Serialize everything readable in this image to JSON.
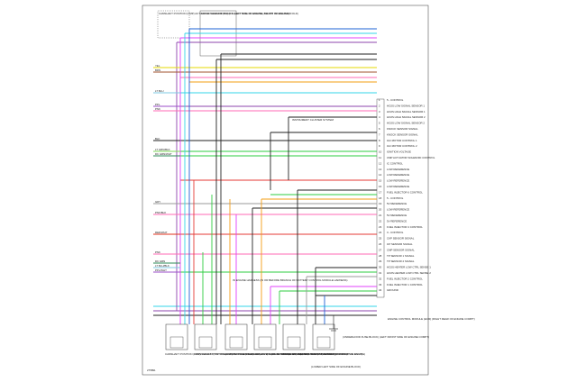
{
  "title_code": "275891",
  "top_notes": {
    "camshaft_actuator": "CAMSHAFT POSITION (CMP) ACTUATOR SOLENOID BANK 1 (LEFT SIDE OF ENGINE, FRONT OF ENGINE)",
    "knock_sensor": "KNOCK SENSOR (KS) (ON LEFT SIDE OF ENGINE, BELOW INTAKE MANIFOLD)"
  },
  "pcm_label": "ENGINE CONTROL MODULE (ECM) (RIGHT REAR OF ENGINE COMPT)",
  "pcm_pins": [
    {
      "num": "1",
      "label": "5 - CONTROL"
    },
    {
      "num": "2",
      "label": "HO2S LOW SIGNAL SENSOR 1"
    },
    {
      "num": "3",
      "label": "HO2S HIGH SIGNAL SENSOR 1"
    },
    {
      "num": "4",
      "label": "HO2S HIGH SIGNAL SENSOR 2"
    },
    {
      "num": "5",
      "label": "HO2S LOW SIGNAL SENSOR 2"
    },
    {
      "num": "6",
      "label": "KNOCK SENSOR SIGNAL"
    },
    {
      "num": "7",
      "label": "KNOCK SENSOR SIGNAL"
    },
    {
      "num": "8",
      "label": "IAC MOTOR CONTROL 1"
    },
    {
      "num": "9",
      "label": "IAC MOTOR CONTROL 2"
    },
    {
      "num": "10",
      "label": "IGNITION VOLTAGE"
    },
    {
      "num": "11",
      "label": "CMP ACTUATOR SOLENOID CONTROL"
    },
    {
      "num": "12",
      "label": "IC CONTROL"
    },
    {
      "num": "13",
      "label": "LOW REFERENCE"
    },
    {
      "num": "14",
      "label": "LOW REFERENCE"
    },
    {
      "num": "15",
      "label": "LOW REFERENCE"
    },
    {
      "num": "16",
      "label": "LOW REFERENCE"
    },
    {
      "num": "17",
      "label": "FUEL INJECTOR 6 CONTROL"
    },
    {
      "num": "18",
      "label": "5 - CONTROL"
    },
    {
      "num": "19",
      "label": "5V REFERENCE"
    },
    {
      "num": "20",
      "label": "LOW REFERENCE"
    },
    {
      "num": "21",
      "label": "5V REFERENCE"
    },
    {
      "num": "22",
      "label": "5V REFERENCE"
    },
    {
      "num": "23",
      "label": "FUEL INJECTOR 4 CONTROL"
    },
    {
      "num": "24",
      "label": "3 - CONTROL"
    },
    {
      "num": "25",
      "label": "CKP SENSOR SIGNAL"
    },
    {
      "num": "26",
      "label": "IAT SENSOR SIGNAL"
    },
    {
      "num": "27",
      "label": "CMP SENSOR SIGNAL"
    },
    {
      "num": "28",
      "label": "TP SENSOR 1 SIGNAL"
    },
    {
      "num": "29",
      "label": "TP SENSOR 2 SIGNAL"
    },
    {
      "num": "30",
      "label": "HO2S HEATER LOW CTRL SENSE 1"
    },
    {
      "num": "31",
      "label": "HO2S HEATER LOW CTRL SENSE 2"
    },
    {
      "num": "32",
      "label": "FUEL INJECTOR 2 CONTROL"
    },
    {
      "num": "33",
      "label": "FUEL INJECTOR 1 CONTROL"
    },
    {
      "num": "34",
      "label": "GROUND"
    }
  ],
  "instrument_cluster": "INSTRUMENT CLUSTER SYSTEM",
  "left_wire_labels": [
    {
      "label": "YEL",
      "color": "#e6d900"
    },
    {
      "label": "BRN",
      "color": "#a0522d"
    },
    {
      "label": "LT BLU",
      "color": "#7ec8e3"
    },
    {
      "label": "PPL",
      "color": "#9b4dca"
    },
    {
      "label": "PNK",
      "color": "#ff69b4"
    },
    {
      "label": "BLK",
      "color": "#222222"
    },
    {
      "label": "LT GRN/BLK",
      "color": "#7ed957"
    },
    {
      "label": "DK GRN/WHT",
      "color": "#2e8b57"
    },
    {
      "label": "GRY",
      "color": "#999999"
    },
    {
      "label": "PNK/BLK",
      "color": "#ff69b4"
    },
    {
      "label": "RED/WHT",
      "color": "#e0301e"
    },
    {
      "label": "PNK",
      "color": "#ff69b4"
    },
    {
      "label": "DK GRN",
      "color": "#2e8b57"
    },
    {
      "label": "LT BLU/BLK",
      "color": "#7ec8e3"
    },
    {
      "label": "PPL/WHT",
      "color": "#9b4dca"
    }
  ],
  "components": [
    {
      "label": "CAMSHAFT POSITION (CMP) SENSOR (TOP RIGHT FRONT OF ENGINE)"
    },
    {
      "label": "CRANKSHAFT POSITION (CKP) SENSOR (RIGHT SIDE OF ENGINE BLOCK BELOW STARTER)"
    },
    {
      "label": "HEATED OXYGEN SENSOR (HO2S) 1 (RIGHT SIDE OF ENGINE, ON EXHAUST MANIFOLD)"
    },
    {
      "label": "HEATED OXYGEN SENSOR (HO2S) 2 (ELBOW/BOTTOM OF TRANSMISSION)"
    },
    {
      "label": "INTAKE AIR TEMPERATURE (IAT) SENSOR (IN AIR INTAKE DUCT)"
    },
    {
      "label": "THROTTLE BODY (TOP RIGHT OF ENGINE)"
    }
  ],
  "mid_note": "IN ENGINE HARNESS (IN OR BEFORE BRANCH OF BATTERY CONTROL MODULE HARNESS)",
  "ground_note": "(UNDERHOOD FUSE BLOCK) (LEFT FRONT SIDE OF ENGINE COMPT)",
  "bottom_note": "(LOWER LEFT SIDE OF ENGINE BLOCK)",
  "colors": {
    "blue": "#1e63d6",
    "green": "#2ecc40",
    "magenta": "#e040fb",
    "cyan": "#33d4e8",
    "orange": "#f39c12",
    "red": "#e53935",
    "yellow": "#e6d900",
    "purple": "#8e44ad",
    "pink": "#ff69b4",
    "brown": "#a0522d",
    "black": "#222222",
    "gray": "#999999"
  }
}
